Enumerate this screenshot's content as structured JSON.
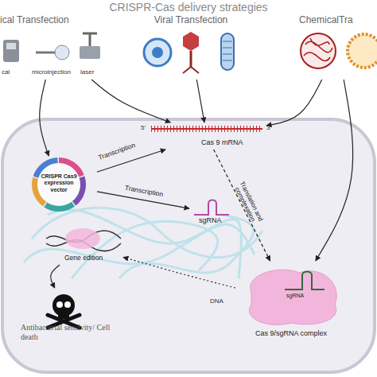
{
  "diagram": {
    "title": "CRISPR-Cas delivery strategies",
    "nodes": [
      {
        "text": [
          "CRISPR Cas9 expression vector"
        ]
      },
      {
        "text": [
          "Cas 9 mRNA"
        ]
      },
      {
        "text": [
          "sgRNA"
        ]
      },
      {
        "text": [
          "sgRNA",
          "Cas 9/sgRNA complex"
        ]
      },
      {
        "text": [
          "Gene edition"
        ]
      },
      {
        "text": [
          "Antibacterial sensivity/ Cell death"
        ]
      },
      {
        "text": [
          "ical Transfection"
        ]
      },
      {
        "text": [
          "Viral Transfection"
        ]
      },
      {
        "text": [
          "ChemicalTra"
        ]
      }
    ],
    "edges": [
      {
        "from": 6,
        "to": 0,
        "arrow": "to"
      },
      {
        "from": 6,
        "to": 1,
        "arrow": "to"
      },
      {
        "from": 7,
        "to": 1,
        "arrow": "to"
      },
      {
        "from": 8,
        "to": 1,
        "arrow": "to"
      },
      {
        "from": 8,
        "to": 3,
        "arrow": "to"
      },
      {
        "from": 0,
        "to": 1,
        "label": "Transcription",
        "arrow": "to"
      },
      {
        "from": 0,
        "to": 2,
        "label": "Transcription",
        "arrow": "to"
      },
      {
        "from": 1,
        "to": 3,
        "label": "Translation and complexation",
        "arrow": "to"
      },
      {
        "from": 3,
        "to": 4,
        "arrow": "to"
      },
      {
        "from": 4,
        "to": 5,
        "arrow": "to"
      }
    ],
    "labels": [
      "cal",
      "microinjection",
      "laser",
      "5'",
      "3'",
      "DNA"
    ]
  }
}
